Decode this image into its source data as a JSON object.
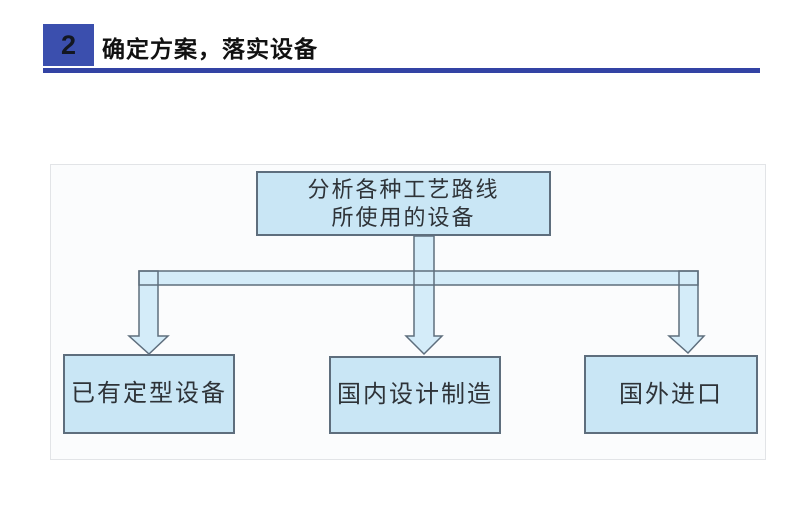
{
  "header": {
    "section_number": "2",
    "title": "确定方案，落实设备"
  },
  "diagram": {
    "root": {
      "line1": "分析各种工艺路线",
      "line2": "所使用的设备"
    },
    "children": [
      {
        "label": "已有定型设备"
      },
      {
        "label": "国内设计制造"
      },
      {
        "label": "国外进口"
      }
    ]
  },
  "colors": {
    "accent_blue": "#3B4FAE",
    "underline_blue": "#3343A4",
    "badge_text": "#131722",
    "title_text": "#111111",
    "panel_bg": "#FBFCFD",
    "panel_border": "#E2E4E7",
    "box_fill": "#C9E6F5",
    "connector_fill": "#D4ECF9",
    "box_border": "#5E6E7D",
    "box_text": "#2E3338"
  }
}
